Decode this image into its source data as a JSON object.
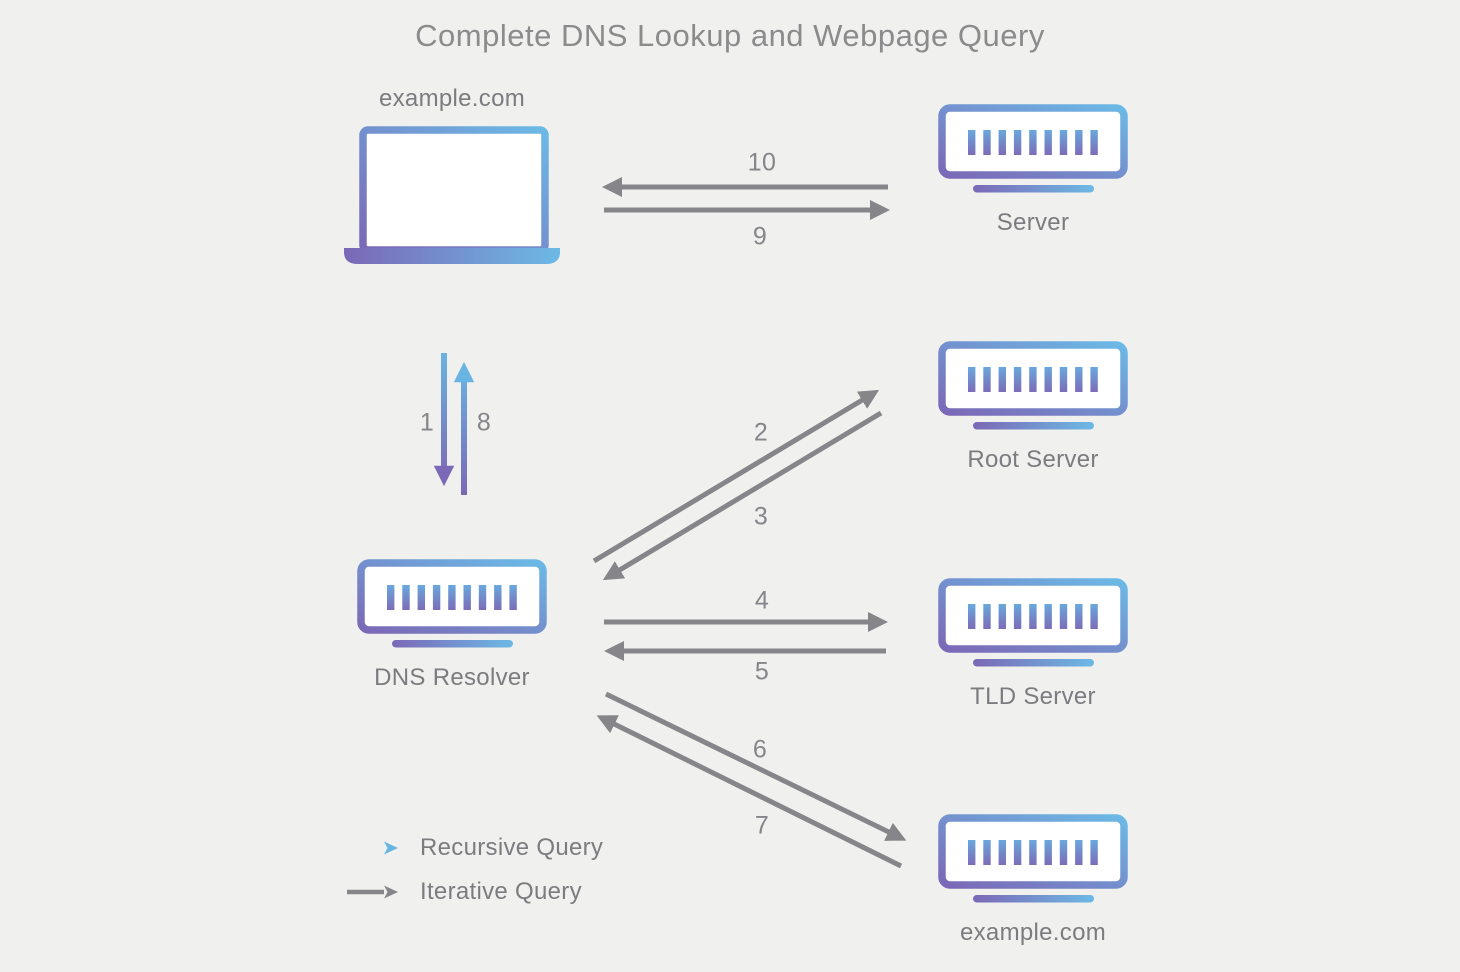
{
  "title": "Complete DNS Lookup and Webpage Query",
  "nodes": {
    "client": {
      "label": "example.com",
      "icon": "laptop-icon"
    },
    "web_server": {
      "label": "Server",
      "icon": "server-icon"
    },
    "dns_resolver": {
      "label": "DNS Resolver",
      "icon": "server-icon"
    },
    "root_server": {
      "label": "Root Server",
      "icon": "server-icon"
    },
    "tld_server": {
      "label": "TLD Server",
      "icon": "server-icon"
    },
    "authoritative_server": {
      "label": "example.com",
      "icon": "server-icon"
    }
  },
  "steps": [
    {
      "number": "1",
      "type": "recursive",
      "from": "client",
      "to": "dns_resolver"
    },
    {
      "number": "2",
      "type": "iterative",
      "from": "dns_resolver",
      "to": "root_server"
    },
    {
      "number": "3",
      "type": "iterative",
      "from": "root_server",
      "to": "dns_resolver"
    },
    {
      "number": "4",
      "type": "iterative",
      "from": "dns_resolver",
      "to": "tld_server"
    },
    {
      "number": "5",
      "type": "iterative",
      "from": "tld_server",
      "to": "dns_resolver"
    },
    {
      "number": "6",
      "type": "iterative",
      "from": "dns_resolver",
      "to": "authoritative_server"
    },
    {
      "number": "7",
      "type": "iterative",
      "from": "authoritative_server",
      "to": "dns_resolver"
    },
    {
      "number": "8",
      "type": "recursive",
      "from": "dns_resolver",
      "to": "client"
    },
    {
      "number": "9",
      "type": "iterative",
      "from": "client",
      "to": "web_server"
    },
    {
      "number": "10",
      "type": "iterative",
      "from": "web_server",
      "to": "client"
    }
  ],
  "legend": {
    "items": [
      {
        "label": "Recursive Query",
        "type": "recursive"
      },
      {
        "label": "Iterative Query",
        "type": "iterative"
      }
    ]
  },
  "colors": {
    "background": "#f0f0ee",
    "arrow_gray": "#86868a",
    "gradient_purple": "#7b68b6",
    "gradient_blue": "#68b4e3",
    "text_gray": "#7c7c80"
  }
}
